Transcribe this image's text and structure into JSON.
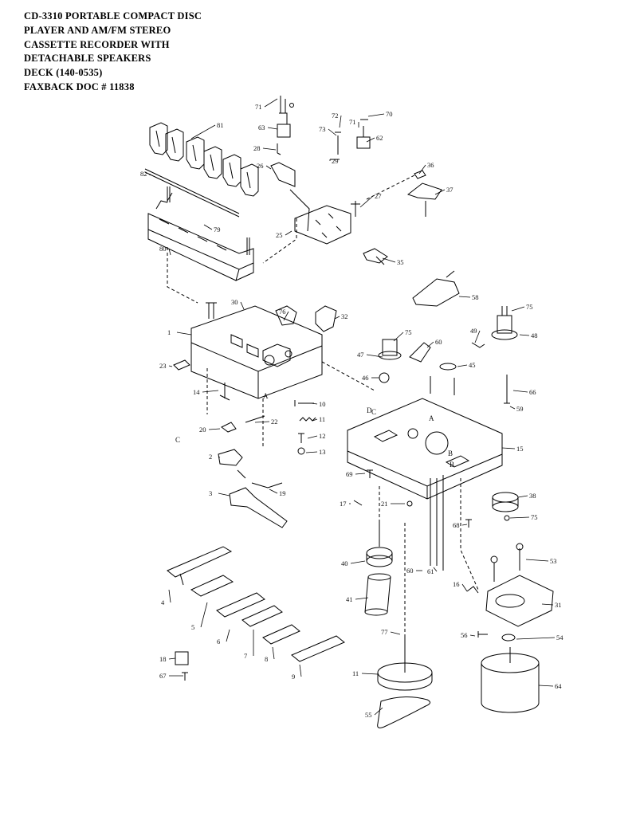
{
  "title_lines": [
    "CD-3310 PORTABLE COMPACT DISC",
    "PLAYER AND AM/FM STEREO",
    "CASSETTE RECORDER WITH",
    "DETACHABLE SPEAKERS",
    "DECK  (140-0535)",
    "FAXBACK DOC # 11838"
  ],
  "part_numbers": [
    "71",
    "70",
    "63",
    "73",
    "72",
    "71",
    "62",
    "81",
    "28",
    "29",
    "26",
    "36",
    "82",
    "37",
    "27",
    "79",
    "25",
    "80",
    "35",
    "30",
    "76",
    "32",
    "58",
    "75",
    "1",
    "49",
    "48",
    "75",
    "47",
    "60",
    "45",
    "23",
    "46",
    "66",
    "14",
    "10",
    "59",
    "11",
    "22",
    "20",
    "12",
    "15",
    "13",
    "2",
    "69",
    "38",
    "3",
    "19",
    "17",
    "21",
    "75",
    "68",
    "53",
    "40",
    "16",
    "4",
    "41",
    "31",
    "77",
    "56",
    "54",
    "6",
    "18",
    "67",
    "7",
    "8",
    "9",
    "11",
    "64",
    "55",
    "5",
    "60",
    "61"
  ],
  "reference_letters": [
    "A",
    "B",
    "C",
    "D",
    "A",
    "B",
    "C"
  ]
}
